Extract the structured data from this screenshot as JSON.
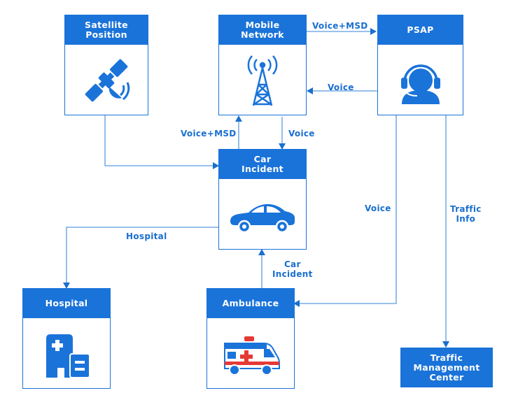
{
  "nodes": {
    "satellite": {
      "title": "Satellite\nPosition",
      "icon": "satellite-icon"
    },
    "mobile_network": {
      "title": "Mobile\nNetwork",
      "icon": "cell-tower-icon"
    },
    "psap": {
      "title": "PSAP",
      "icon": "operator-headset-icon"
    },
    "car_incident": {
      "title": "Car\nIncident",
      "icon": "car-icon"
    },
    "hospital": {
      "title": "Hospital",
      "icon": "hospital-icon"
    },
    "ambulance": {
      "title": "Ambulance",
      "icon": "ambulance-icon"
    },
    "traffic_center": {
      "title": "Traffic\nManagement\nCenter"
    }
  },
  "edges": {
    "network_to_psap": "Voice+MSD",
    "psap_to_network": "Voice",
    "car_to_network": "Voice+MSD",
    "network_to_car": "Voice",
    "car_to_hospital": "Hospital",
    "psap_to_ambulance": "Voice",
    "psap_to_traffic": "Traffic\nInfo",
    "ambulance_to_car": "Car\nIncident"
  },
  "colors": {
    "accent": "#1a73d9",
    "line": "#5b9be0",
    "label": "#1a6fcf"
  }
}
